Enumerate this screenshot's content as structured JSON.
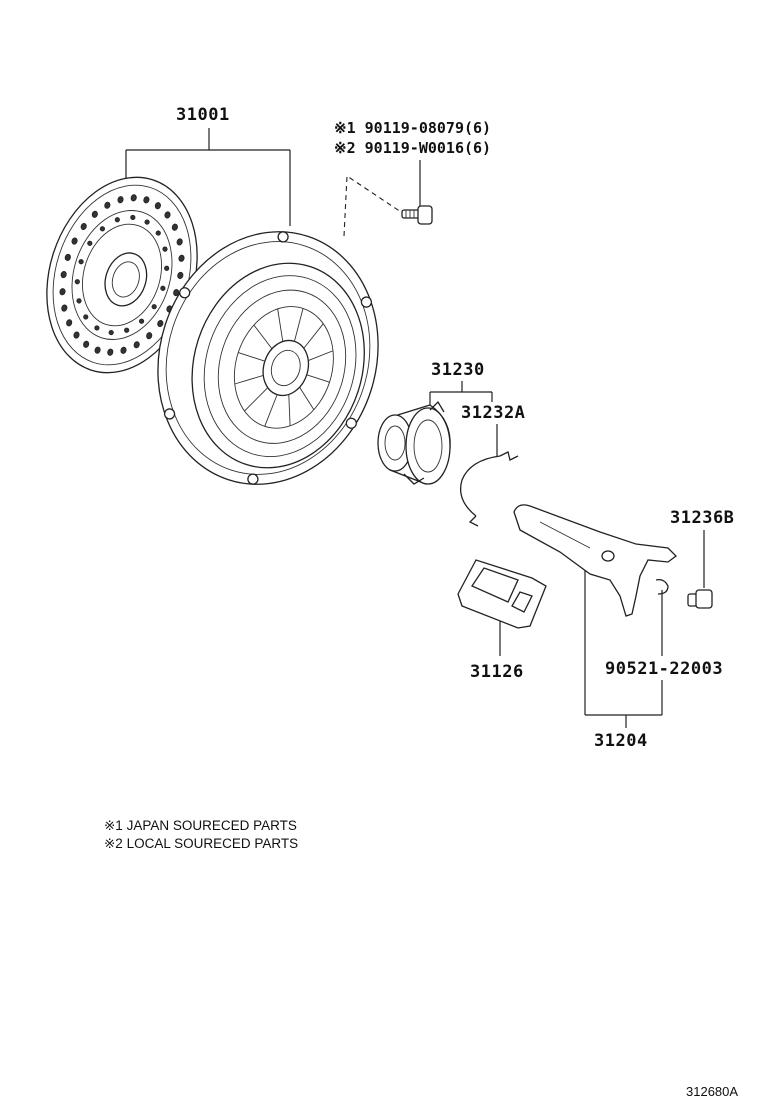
{
  "labels": {
    "p31001": "31001",
    "bolt1": "※1 90119-08079(6)",
    "bolt2": "※2 90119-W0016(6)",
    "p31230": "31230",
    "p31232a": "31232A",
    "p31236b": "31236B",
    "p31126": "31126",
    "p90521": "90521-22003",
    "p31204": "31204"
  },
  "notes": {
    "note1": "※1 JAPAN SOURECED PARTS",
    "note2": "※2 LOCAL SOURECED PARTS"
  },
  "figure_ref": "312680A"
}
